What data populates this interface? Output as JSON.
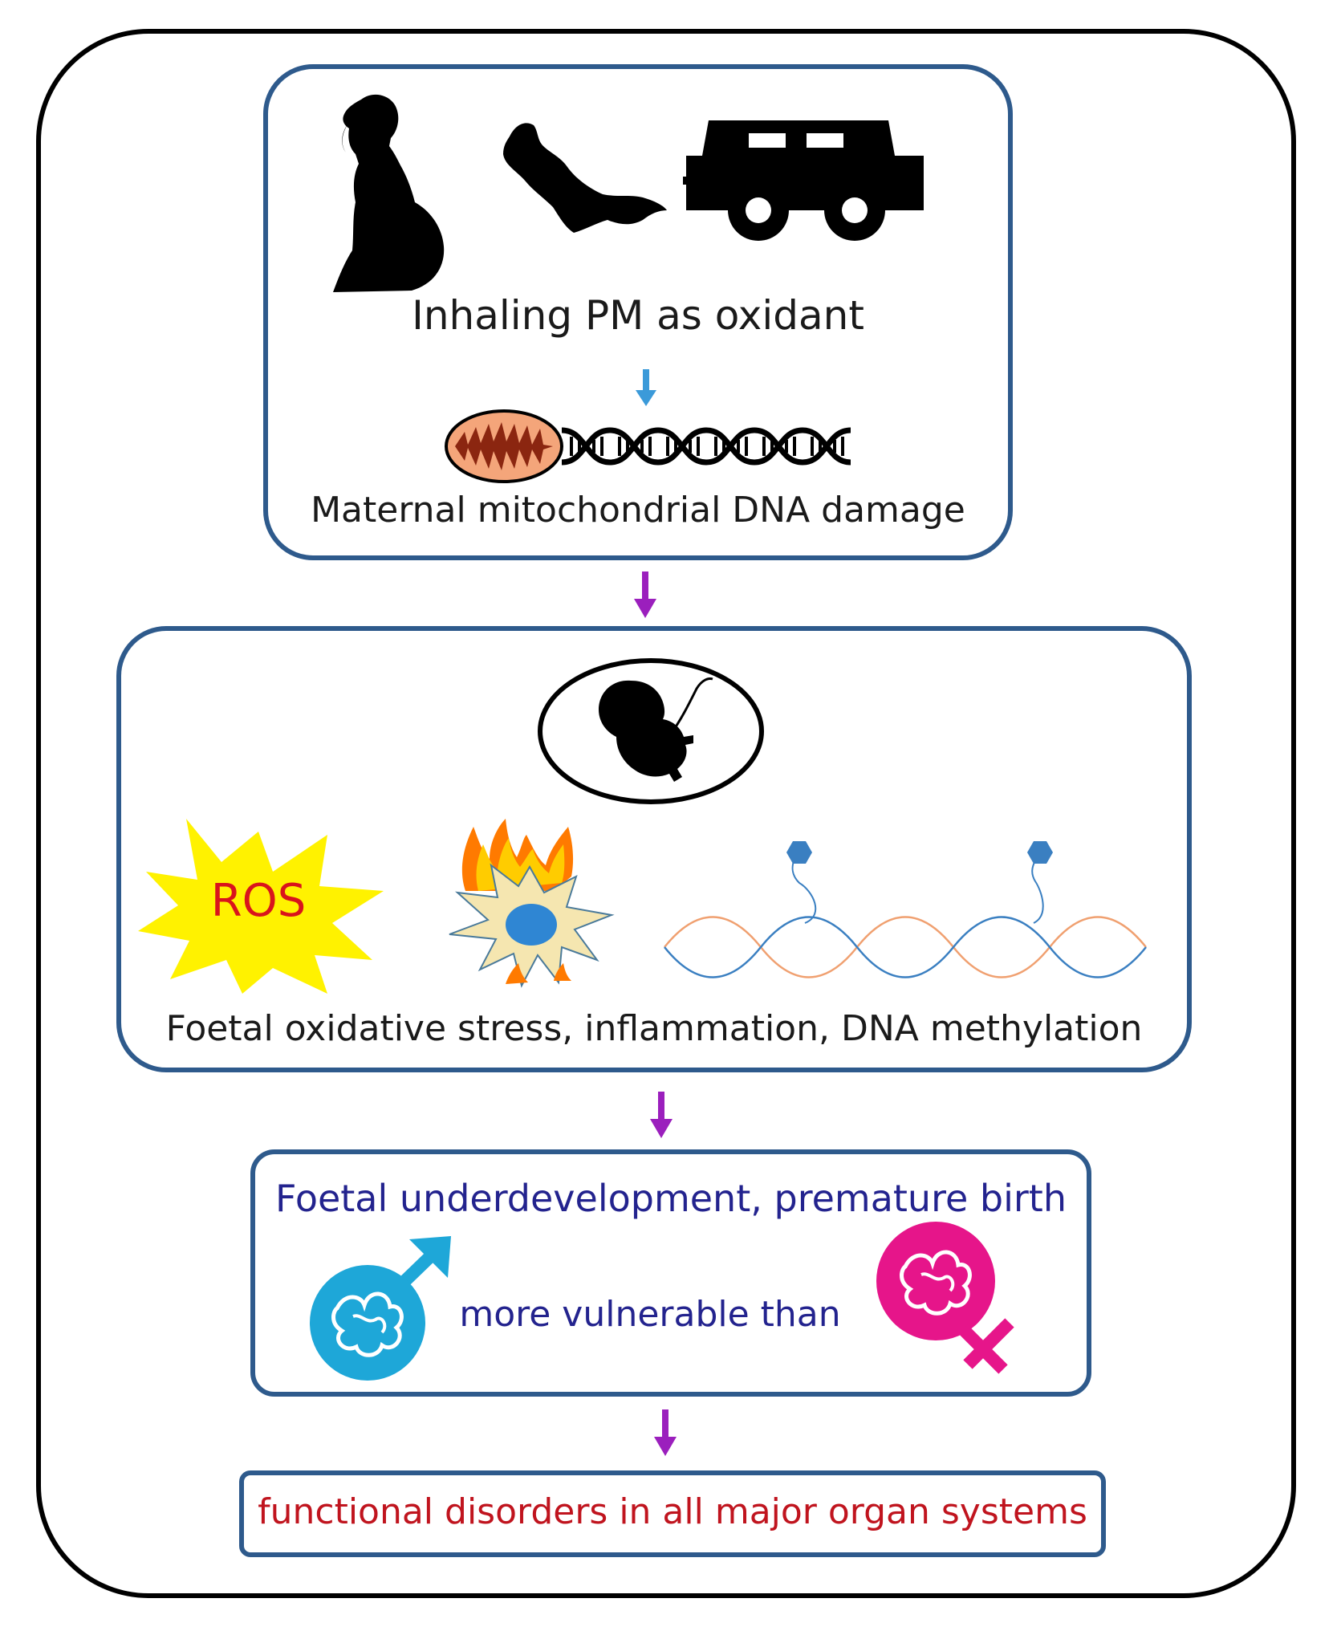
{
  "box1": {
    "caption": "Inhaling PM as oxidant",
    "result": "Maternal mitochondrial DNA damage"
  },
  "box2": {
    "ros_label": "ROS",
    "caption": "Foetal oxidative stress, inflammation, DNA methylation"
  },
  "box3": {
    "caption": "Foetal underdevelopment, premature birth",
    "comparison": "more vulnerable than"
  },
  "box4": {
    "caption": "functional disorders in all major organ systems"
  },
  "colors": {
    "box_border": "#2e5a8c",
    "arrow_main": "#9b1fbd",
    "arrow_small": "#3b9ad9",
    "male": "#1ea7d8",
    "female": "#e6158a",
    "ros_burst": "#fff200",
    "ros_text": "#d9141c",
    "outcome_text": "#c0141e",
    "sex_text": "#23238e"
  },
  "icons": [
    "pregnant-woman-icon",
    "smoke-plume-icon",
    "car-icon",
    "mitochondrion-icon",
    "dna-helix-icon",
    "foetus-icon",
    "ros-burst-icon",
    "inflamed-cell-icon",
    "methylated-dna-icon",
    "male-symbol-icon",
    "female-symbol-icon"
  ]
}
